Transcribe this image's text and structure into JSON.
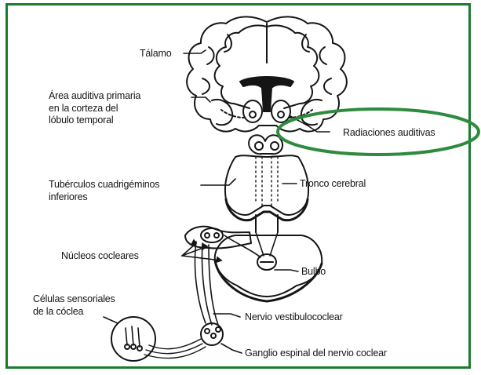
{
  "diagram": {
    "labels": {
      "talamo": "Tálamo",
      "area_auditiva": [
        "Área auditiva primaria",
        "en la corteza del",
        "lóbulo temporal"
      ],
      "radiaciones": "Radiaciones auditivas",
      "tuberculos": [
        "Tubérculos cuadrigéminos",
        "inferiores"
      ],
      "tronco": "Tronco cerebral",
      "nucleos": "Núcleos cocleares",
      "bulbo": "Bulbo",
      "celulas": [
        "Células sensoriales",
        "de la cóclea"
      ],
      "nervio": "Nervio vestibulococlear",
      "ganglio": "Ganglio espinal del nervio coclear"
    },
    "colors": {
      "frame": "#1a7a2e",
      "highlight_ellipse": "#2e8b3e",
      "ink": "#151515"
    },
    "highlight": "Radiaciones auditivas"
  }
}
